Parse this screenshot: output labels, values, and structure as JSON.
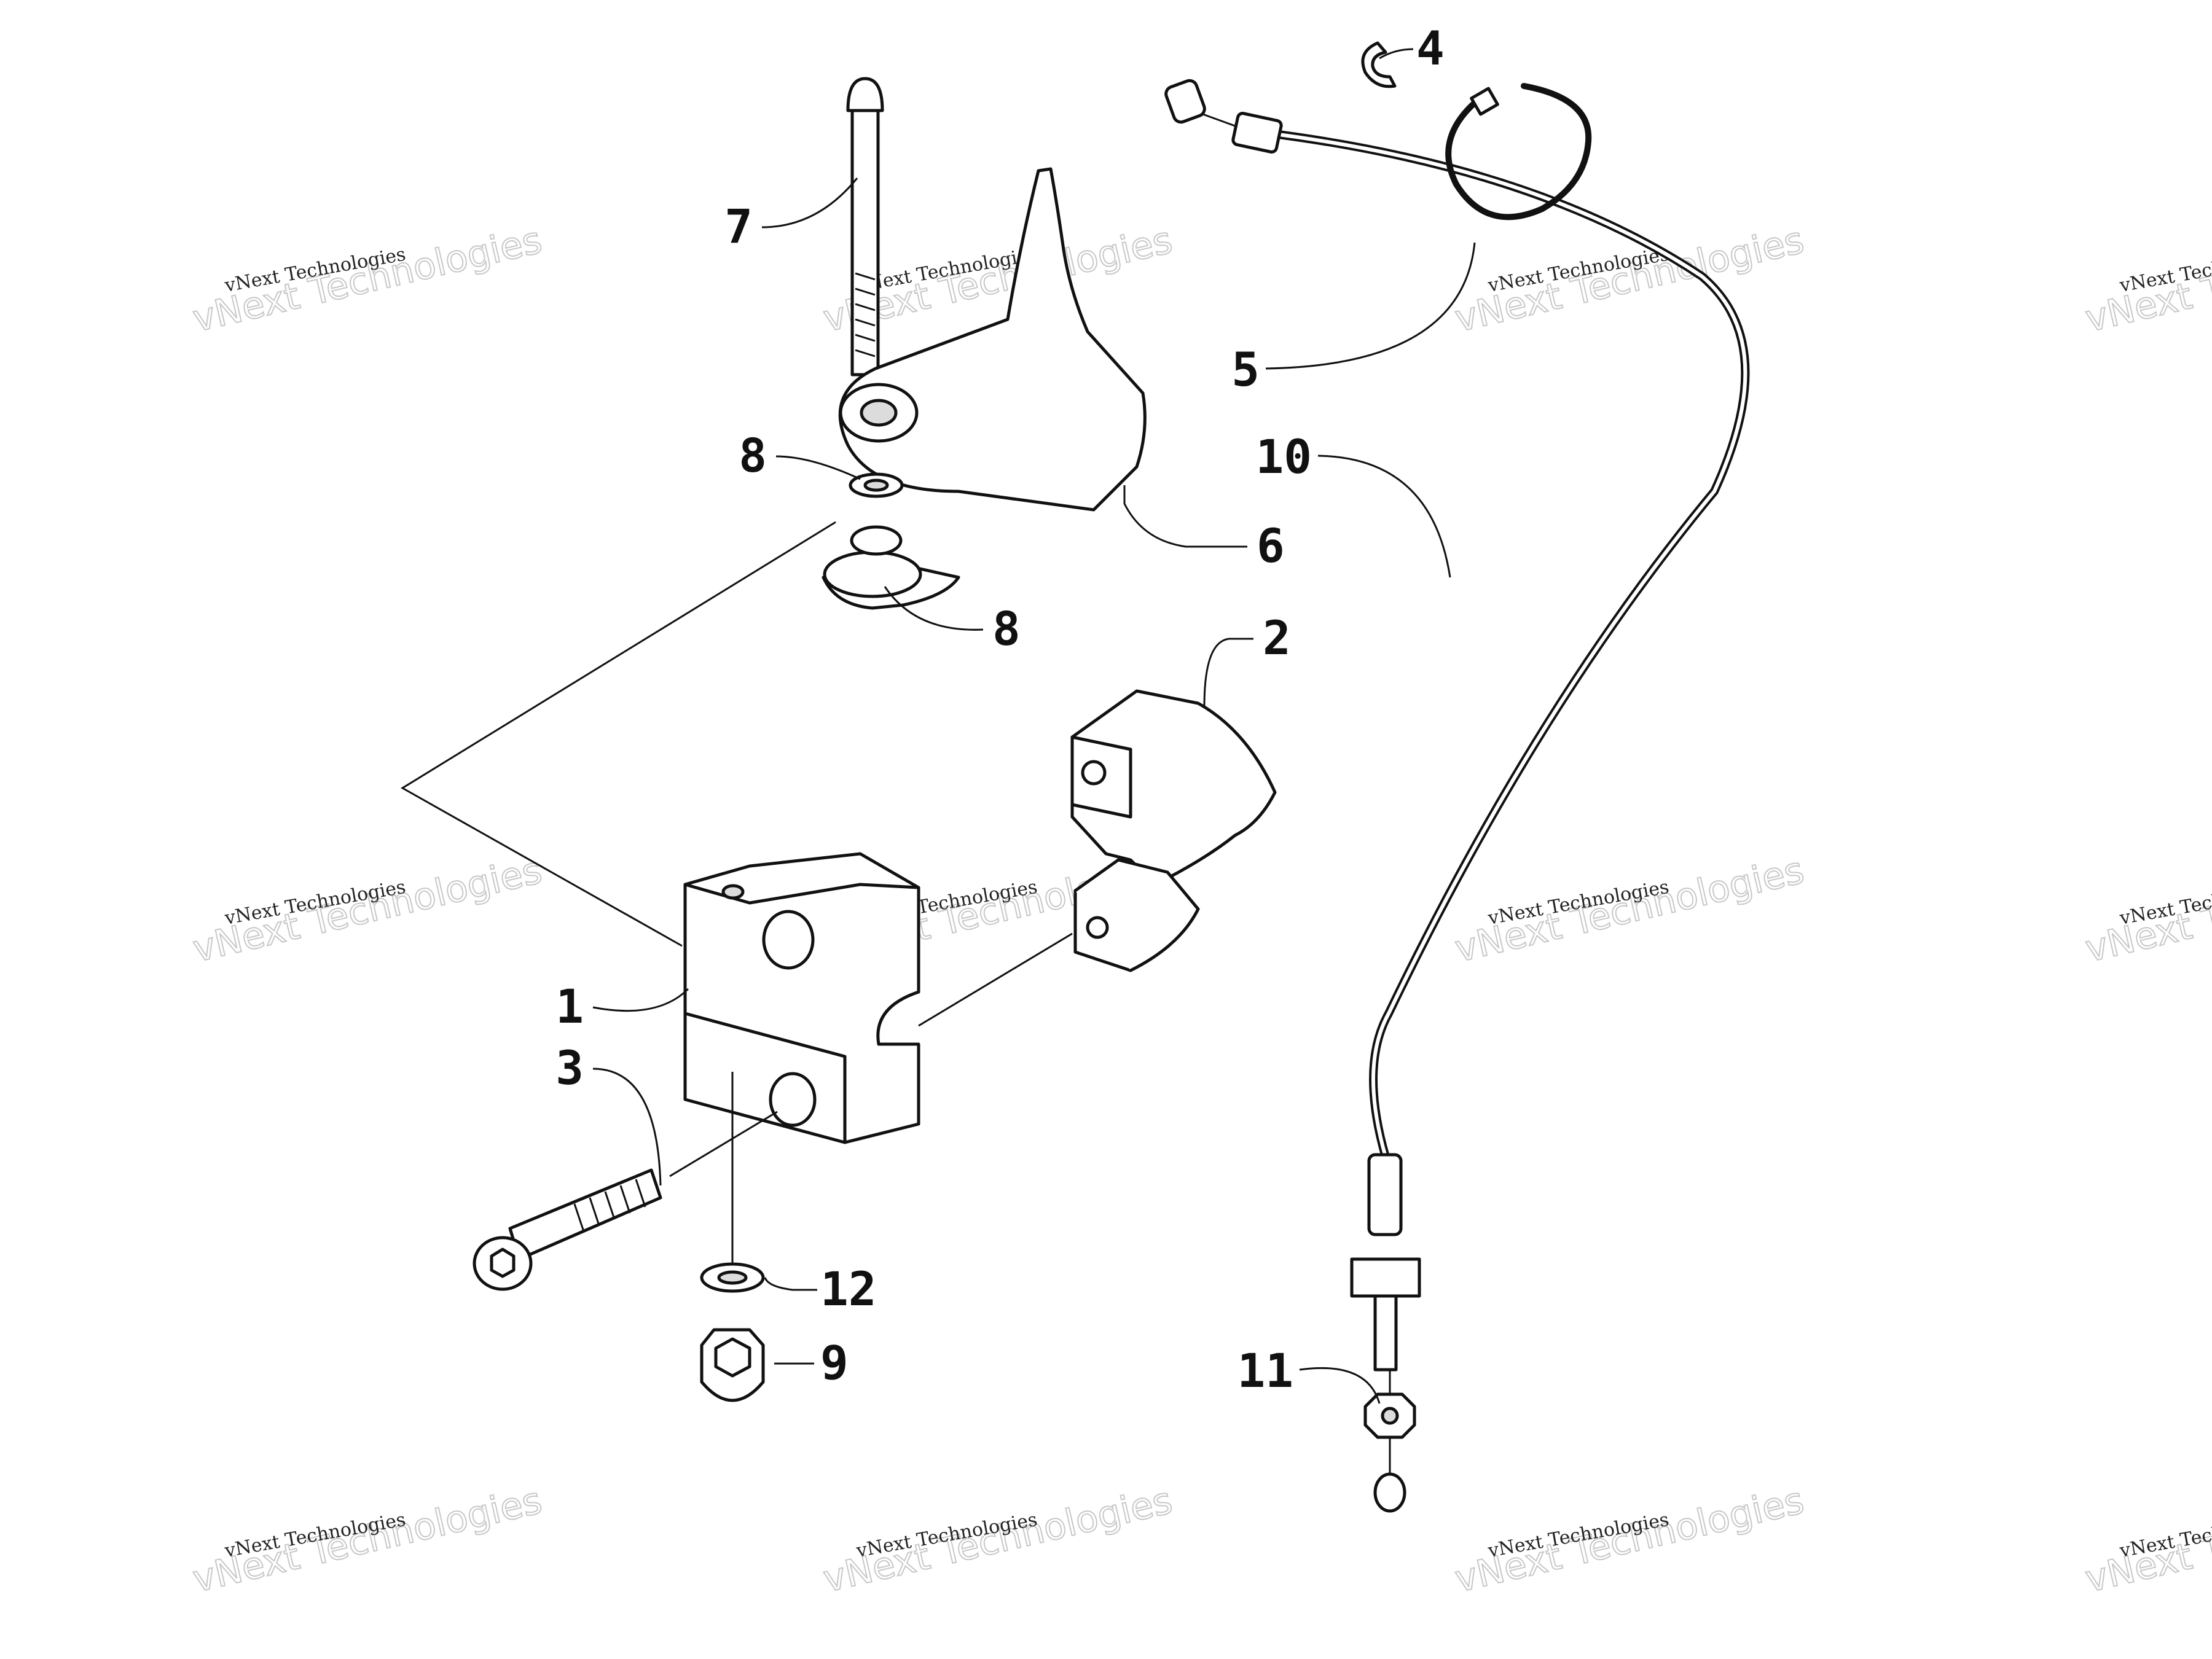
{
  "watermark": {
    "small": "vNext Technologies",
    "big": "vNext Technologies"
  },
  "callouts": [
    "1",
    "2",
    "3",
    "4",
    "5",
    "6",
    "7",
    "8",
    "8",
    "9",
    "10",
    "11",
    "12"
  ]
}
